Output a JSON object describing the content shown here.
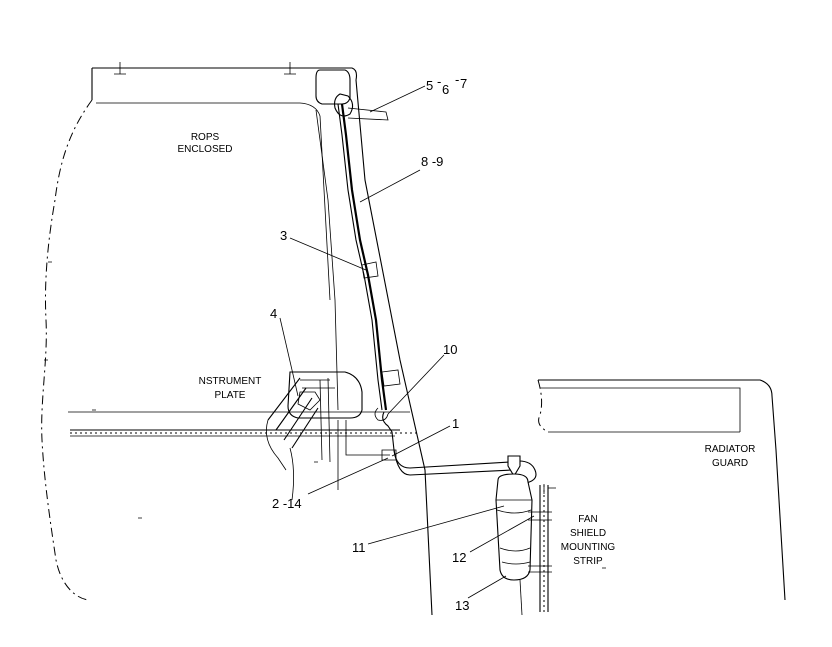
{
  "labels": {
    "rops_line1": "ROPS",
    "rops_line2": "ENCLOSED",
    "instrument_line1": "NSTRUMENT",
    "instrument_line2": "PLATE",
    "radiator_line1": "RADIATOR",
    "radiator_line2": "GUARD",
    "fan_line1": "FAN",
    "fan_line2": "SHIELD",
    "fan_line3": "MOUNTING",
    "fan_line4": "STRIP"
  },
  "callouts": {
    "c_5": "5",
    "c_6": "6",
    "c_7": "7",
    "c_8_9": "8 -9",
    "c_3": "3",
    "c_4": "4",
    "c_10": "10",
    "c_1": "1",
    "c_2_14": "2 -14",
    "c_11": "11",
    "c_12": "12",
    "c_13": "13"
  }
}
